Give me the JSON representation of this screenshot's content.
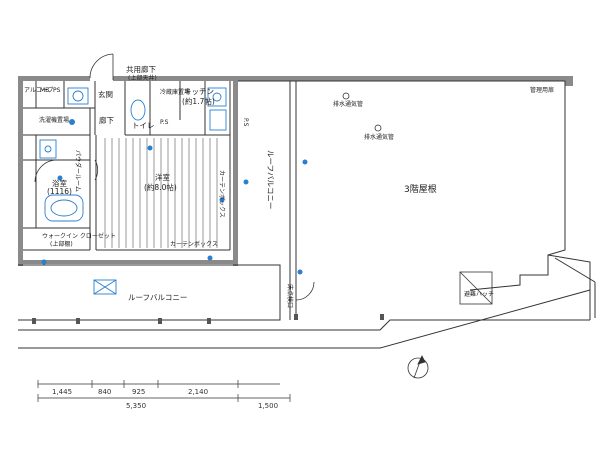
{
  "rooms": {
    "common_corridor": "共用廊下",
    "common_corridor_sub": "(上部天井)",
    "entrance": "玄関",
    "hallway": "廊下",
    "powder_room": "パウダールーム",
    "laundry_space": "洗濯機置場",
    "bath": "浴室",
    "bath_size": "(1116)",
    "walk_in_closet": "ウォークイン クローゼット",
    "walk_in_closet_sub": "(上部棚)",
    "toilet": "トイレ",
    "fridge_space": "冷蔵庫置場",
    "kitchen": "キッチン",
    "kitchen_size": "(約1.7帖)",
    "western_room": "洋室",
    "western_room_size": "(約8.0帖)",
    "curtain_box_v": "カーテンボックス",
    "curtain_box_h": "カーテンボックス",
    "roof_balcony_v": "ルーフバルコニー",
    "roof_balcony_h": "ルーフバルコニー",
    "third_floor_roof": "3階屋根",
    "drain_pipe_1": "排水通気管",
    "drain_pipe_2": "排水通気管",
    "management_space": "管理用扉",
    "pipe_shaft": "PS",
    "meter_box": "MB",
    "alcove": "アルコーブ",
    "floor_label_1": "床点検口",
    "floor_label_2": "避難ハッチ",
    "ps_small": "P.S",
    "ps_small_2": "P.S"
  },
  "dimensions": {
    "segments": [
      "1,445",
      "840",
      "925",
      "2,140"
    ],
    "total": "5,350",
    "extra": "1,500"
  },
  "icons": {
    "north_arrow": "north-arrow-icon",
    "hatch": "hatch-icon"
  },
  "colors": {
    "wall": "#7a7a7a",
    "fixture": "#2a7fd0",
    "line": "#333333"
  }
}
